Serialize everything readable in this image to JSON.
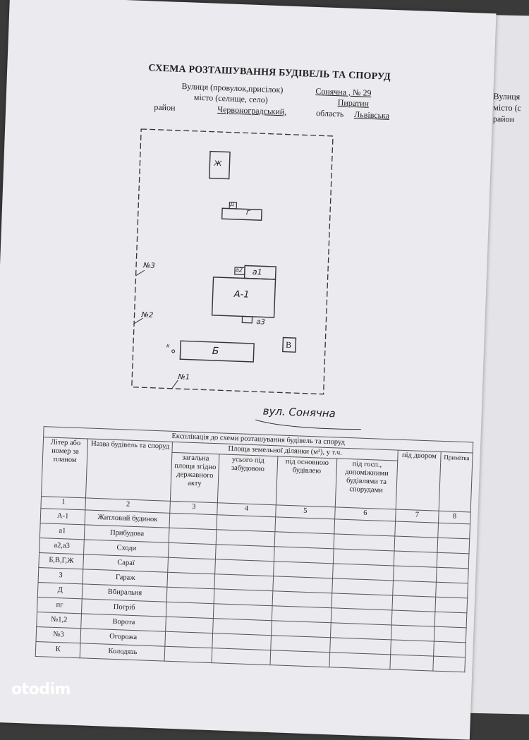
{
  "header": {
    "title": "СХЕМА РОЗТАШУВАННЯ БУДІВЕЛЬ ТА СПОРУД",
    "street_label": "Вулиця (провулок,присілок)",
    "street_value": "Сонячна , № 29",
    "city_label": "місто (селище, село)",
    "city_value": "Пиратин",
    "district_label": "район",
    "district_value": "Червоноградський,",
    "region_label": "область",
    "region_value": "Львівська"
  },
  "back_page": {
    "line1": "Вулиця",
    "line2": "місто (с",
    "line3": "район"
  },
  "plan": {
    "labels": {
      "zh": "Ж",
      "d": "Д",
      "g": "Г",
      "a1": "а1",
      "a2": "а2",
      "a3": "а3",
      "A1": "А-1",
      "b": "Б",
      "v": "В",
      "k": "к",
      "n1": "№1",
      "n2": "№2",
      "n3": "№3"
    },
    "street_caption": "вул. Сонячна"
  },
  "table": {
    "caption": "Експлікація до схеми розташування будівель та споруд",
    "col_litera": "Літер або номер за планом",
    "col_name": "Назва будівель та споруд",
    "col_area_group": "Площа земельної ділянки (м²), у т.ч.",
    "col_total": "загальна площа згідно державного акту",
    "col_built": "усього під забудовою",
    "col_main": "під основною будівлею",
    "col_aux": "під госп., допоміжними будівлями та спорудами",
    "col_yard": "під двором",
    "col_note": "Примітка",
    "numbers": [
      "1",
      "2",
      "3",
      "4",
      "5",
      "6",
      "7",
      "8"
    ],
    "rows": [
      {
        "code": "А-1",
        "name": "Житловий будинок"
      },
      {
        "code": "а1",
        "name": "Прибудова"
      },
      {
        "code": "а2,а3",
        "name": "Сходи"
      },
      {
        "code": "Б,В,Г,Ж",
        "name": "Сараї"
      },
      {
        "code": "З",
        "name": "Гараж"
      },
      {
        "code": "Д",
        "name": "Вбиральня"
      },
      {
        "code": "пг",
        "name": "Погріб"
      },
      {
        "code": "№1,2",
        "name": "Ворота"
      },
      {
        "code": "№3",
        "name": "Огорожа"
      },
      {
        "code": "К",
        "name": "Колодязь"
      }
    ]
  },
  "watermark": "otodim"
}
